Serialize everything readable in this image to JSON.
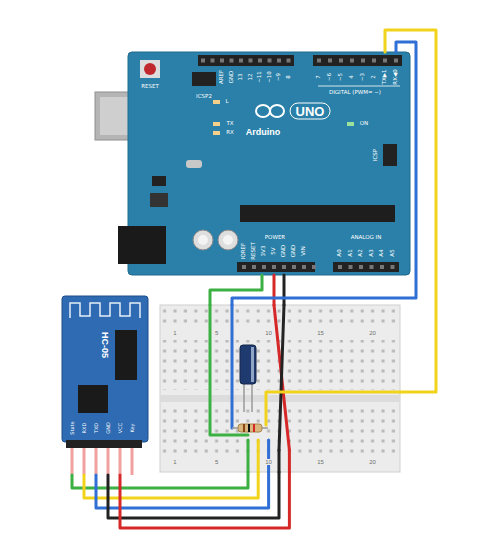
{
  "diagram": {
    "nodes": [
      {
        "text": [
          "RESET",
          "ICSP2",
          "AREF",
          "GND",
          "13",
          "12",
          "~11",
          "~10",
          "~9",
          "8",
          "7",
          "~6",
          "~5",
          "4",
          "~3",
          "2",
          "TX▶1",
          "RX◀0",
          "DIGITAL (PWM= ~)",
          "L",
          "TX",
          "RX",
          "UNO",
          "Arduino",
          "ON",
          "ICSP",
          "IOREF",
          "RESET",
          "3V3",
          "5V",
          "GND",
          "GND",
          "VIN",
          "POWER",
          "ANALOG IN",
          "A0",
          "A1",
          "A2",
          "A3",
          "A4",
          "A5"
        ]
      },
      {
        "text": [
          "1",
          "5",
          "10",
          "15",
          "20",
          "1",
          "5",
          "10",
          "15",
          "20"
        ]
      },
      {
        "text": [
          "HC-05",
          "State",
          "RXD",
          "TXD",
          "GND",
          "VCC",
          "Key"
        ]
      }
    ],
    "edges": [
      {
        "from": 0,
        "to": 1,
        "arrow": "none"
      },
      {
        "from": 0,
        "to": 1,
        "arrow": "none"
      },
      {
        "from": 0,
        "to": 1,
        "arrow": "none"
      },
      {
        "from": 0,
        "to": 1,
        "arrow": "none"
      },
      {
        "from": 0,
        "to": 1,
        "arrow": "none"
      },
      {
        "from": 1,
        "to": 2,
        "arrow": "none"
      },
      {
        "from": 1,
        "to": 2,
        "arrow": "none"
      },
      {
        "from": 1,
        "to": 2,
        "arrow": "none"
      },
      {
        "from": 1,
        "to": 2,
        "arrow": "none"
      },
      {
        "from": 1,
        "to": 2,
        "arrow": "none"
      }
    ]
  }
}
